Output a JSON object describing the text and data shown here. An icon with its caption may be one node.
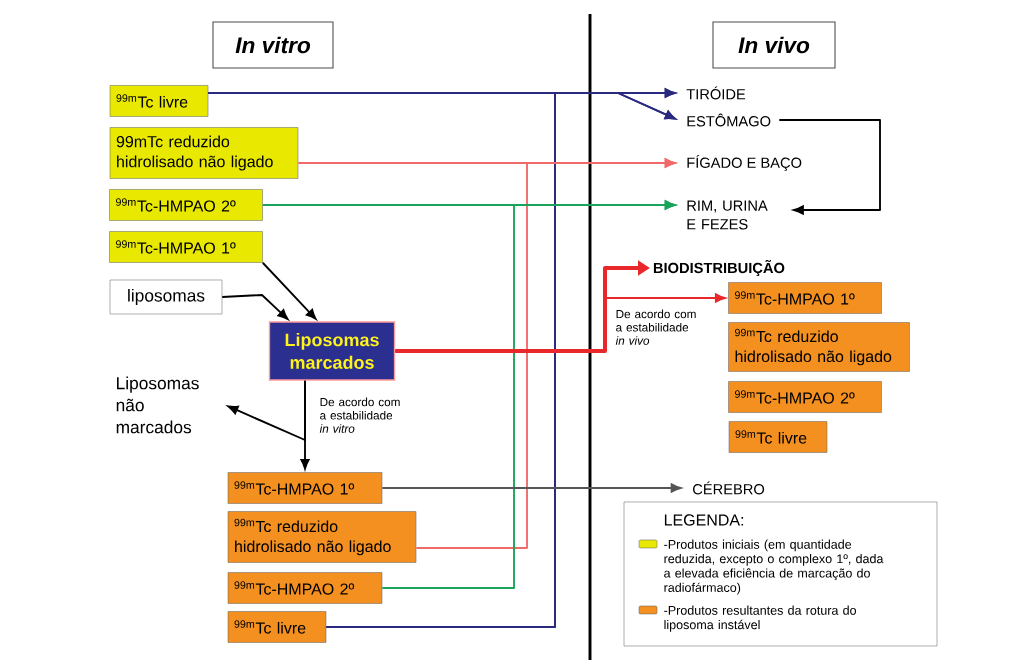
{
  "diagram": {
    "nodes": [
      {
        "text": [
          "In vitro"
        ]
      },
      {
        "text": [
          "In vivo"
        ]
      },
      {
        "text": [
          "$^{99m}$Tc livre"
        ]
      },
      {
        "text": [
          "99mTc reduzido hidrolisado não ligado"
        ]
      },
      {
        "text": [
          "$^{99m}$Tc-HMPAO 2º"
        ]
      },
      {
        "text": [
          "$^{99m}$Tc-HMPAO 1º"
        ]
      },
      {
        "text": [
          "liposomas"
        ]
      },
      {
        "text": [
          "Liposomas marcados"
        ]
      },
      {
        "text": [
          "Liposomas não marcados"
        ]
      },
      {
        "text": [
          "$^{99m}$Tc-HMPAO 1º"
        ]
      },
      {
        "text": [
          "$^{99m}$Tc reduzido hidrolisado não ligado"
        ]
      },
      {
        "text": [
          "$^{99m}$Tc-HMPAO 2º"
        ]
      },
      {
        "text": [
          "$^{99m}$Tc livre"
        ]
      },
      {
        "text": [
          "TIRÓIDE"
        ]
      },
      {
        "text": [
          "ESTÔMAGO"
        ]
      },
      {
        "text": [
          "FÍGADO E BAÇO"
        ]
      },
      {
        "text": [
          "RIM, URINA E FEZES"
        ]
      },
      {
        "text": [
          "BIODISTRIBUIÇÃO"
        ]
      },
      {
        "text": [
          "$^{99m}$Tc-HMPAO 1º"
        ]
      },
      {
        "text": [
          "$^{99m}$Tc reduzido hidrolisado não ligado"
        ]
      },
      {
        "text": [
          "$^{99m}$Tc-HMPAO 2º"
        ]
      },
      {
        "text": [
          "$^{99m}$Tc livre"
        ]
      },
      {
        "text": [
          "CÉREBRO"
        ]
      }
    ],
    "edges": [
      {
        "from": 2,
        "to": 13,
        "arrow": "to",
        "color": "#2a2a80"
      },
      {
        "from": 2,
        "to": 14,
        "arrow": "to",
        "color": "#2a2a80"
      },
      {
        "from": 12,
        "to": 13,
        "arrow": "to",
        "color": "#2a2a80"
      },
      {
        "from": 12,
        "to": 14,
        "arrow": "to",
        "color": "#2a2a80"
      },
      {
        "from": 3,
        "to": 15,
        "arrow": "to",
        "color": "#f06a6a"
      },
      {
        "from": 10,
        "to": 15,
        "arrow": "to",
        "color": "#f06a6a"
      },
      {
        "from": 4,
        "to": 16,
        "arrow": "to",
        "color": "#1aa35a"
      },
      {
        "from": 11,
        "to": 16,
        "arrow": "to",
        "color": "#1aa35a"
      },
      {
        "from": 14,
        "to": 16,
        "arrow": "to"
      },
      {
        "from": 5,
        "to": 7,
        "arrow": "to"
      },
      {
        "from": 6,
        "to": 7,
        "arrow": "to"
      },
      {
        "from": 7,
        "to": 17,
        "arrow": "to",
        "style": "thick",
        "color": "#e8282a"
      },
      {
        "from": 7,
        "to": 18,
        "arrow": "to",
        "color": "#e8282a",
        "label": "De acordo com a estabilidade *in vivo*"
      },
      {
        "from": 7,
        "to": 9,
        "arrow": "to",
        "label": "De acordo com a estabilidade *in vitro*"
      },
      {
        "from": 7,
        "to": 8,
        "arrow": "to"
      },
      {
        "from": 9,
        "to": 22,
        "arrow": "to",
        "color": "#555555"
      }
    ],
    "labels": [
      "LEGENDA:"
    ],
    "legend": [
      {
        "text": "-Produtos iniciais (em quantidade reduzida, excepto o complexo 1º, dada a elevada eficiência de marcação do radiofármaco)",
        "color": "#e8e800"
      },
      {
        "text": "-Produtos resultantes da rotura do liposoma instável",
        "color": "#f39020"
      }
    ]
  }
}
